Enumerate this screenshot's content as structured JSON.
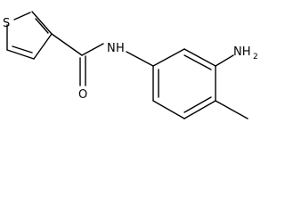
{
  "molecule": {
    "atoms": {
      "sulfur": "S",
      "oxygen": "O",
      "amide_nitrogen": "N",
      "amide_hydrogen": "H",
      "amine_nitrogen": "NH",
      "amine_subscript": "2"
    }
  }
}
